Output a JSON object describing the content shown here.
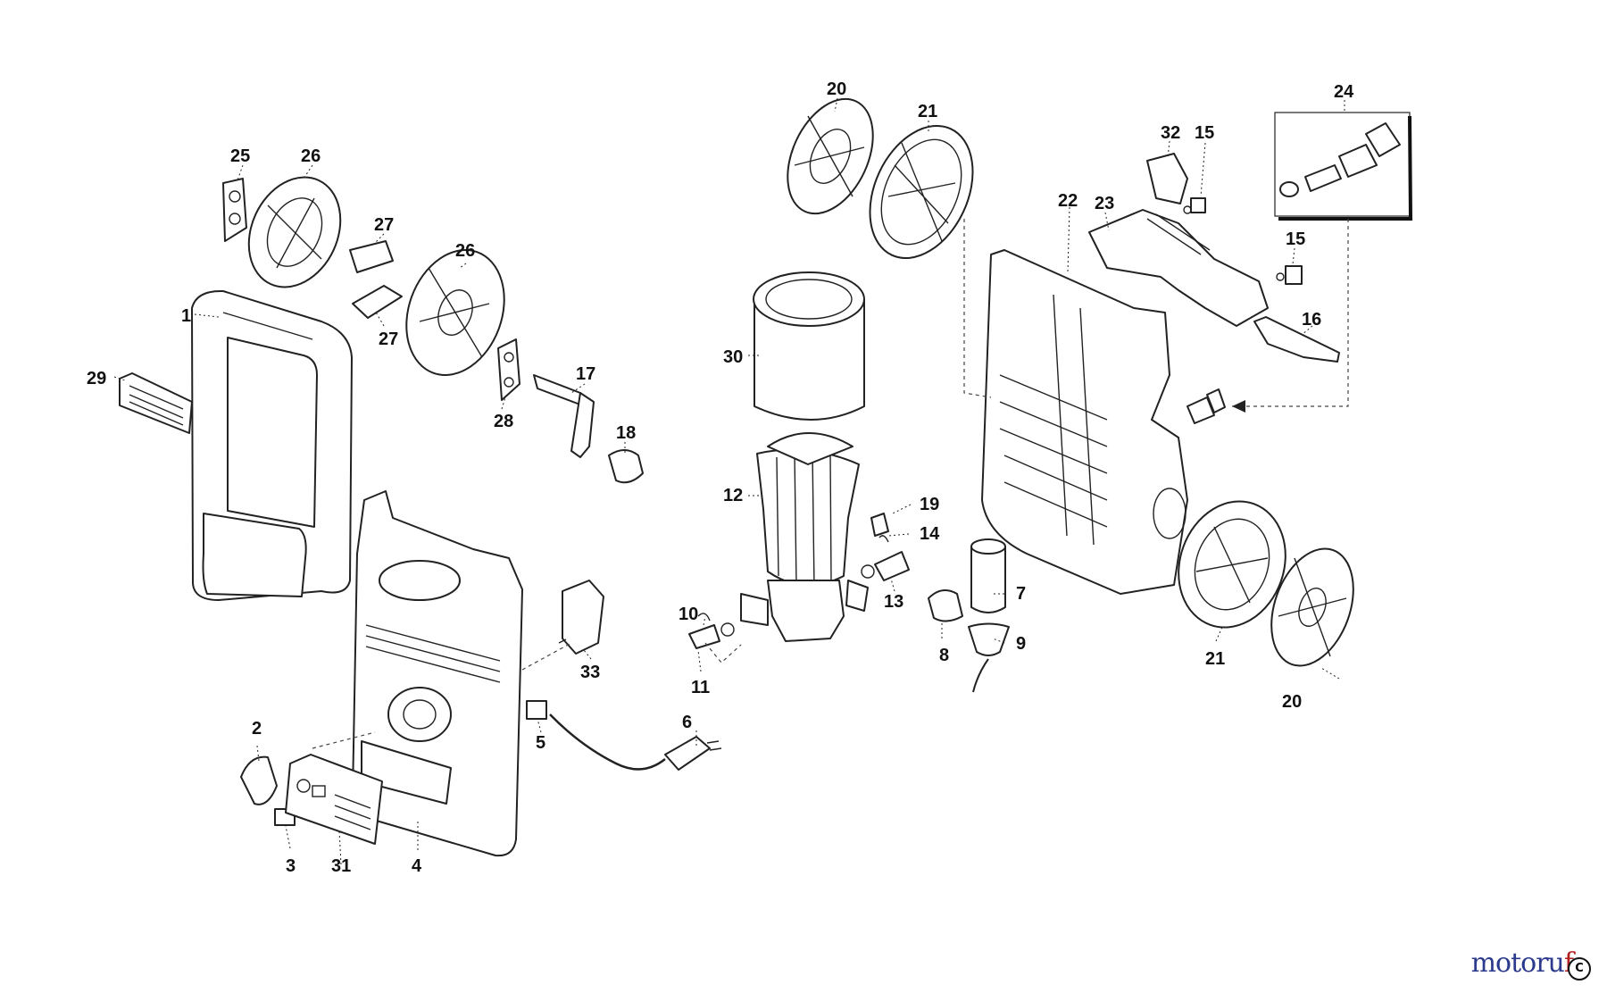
{
  "labels": [
    {
      "id": "1",
      "text": "1"
    },
    {
      "id": "2",
      "text": "2"
    },
    {
      "id": "3",
      "text": "3"
    },
    {
      "id": "4",
      "text": "4"
    },
    {
      "id": "5",
      "text": "5"
    },
    {
      "id": "6",
      "text": "6"
    },
    {
      "id": "7",
      "text": "7"
    },
    {
      "id": "8",
      "text": "8"
    },
    {
      "id": "9",
      "text": "9"
    },
    {
      "id": "10",
      "text": "10"
    },
    {
      "id": "11",
      "text": "11"
    },
    {
      "id": "12",
      "text": "12"
    },
    {
      "id": "13",
      "text": "13"
    },
    {
      "id": "14",
      "text": "14"
    },
    {
      "id": "15a",
      "text": "15"
    },
    {
      "id": "15b",
      "text": "15"
    },
    {
      "id": "16",
      "text": "16"
    },
    {
      "id": "17",
      "text": "17"
    },
    {
      "id": "18",
      "text": "18"
    },
    {
      "id": "19",
      "text": "19"
    },
    {
      "id": "20a",
      "text": "20"
    },
    {
      "id": "20b",
      "text": "20"
    },
    {
      "id": "21a",
      "text": "21"
    },
    {
      "id": "21b",
      "text": "21"
    },
    {
      "id": "22",
      "text": "22"
    },
    {
      "id": "23",
      "text": "23"
    },
    {
      "id": "24",
      "text": "24"
    },
    {
      "id": "25",
      "text": "25"
    },
    {
      "id": "26a",
      "text": "26"
    },
    {
      "id": "26b",
      "text": "26"
    },
    {
      "id": "27a",
      "text": "27"
    },
    {
      "id": "27b",
      "text": "27"
    },
    {
      "id": "28",
      "text": "28"
    },
    {
      "id": "29",
      "text": "29"
    },
    {
      "id": "30",
      "text": "30"
    },
    {
      "id": "31",
      "text": "31"
    },
    {
      "id": "32",
      "text": "32"
    },
    {
      "id": "33",
      "text": "33"
    }
  ],
  "watermark": {
    "main": "motoru",
    "accent": "f"
  },
  "corner_icon": "C"
}
